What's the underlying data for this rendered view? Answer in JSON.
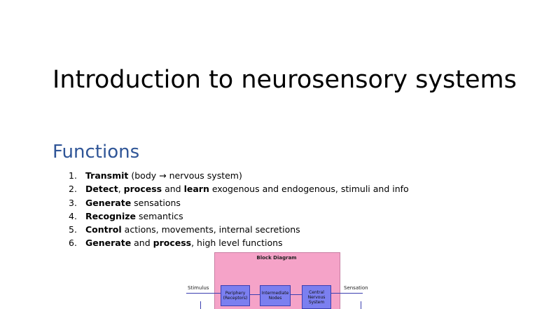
{
  "slide": {
    "title": "Introduction to neurosensory systems",
    "subtitle": "Functions",
    "items": [
      {
        "num": "1.",
        "parts": [
          {
            "t": "Transmit",
            "b": true
          },
          {
            "t": " (body → nervous system)",
            "b": false
          }
        ]
      },
      {
        "num": "2.",
        "parts": [
          {
            "t": "Detect",
            "b": true
          },
          {
            "t": ", ",
            "b": false
          },
          {
            "t": "process",
            "b": true
          },
          {
            "t": " and ",
            "b": false
          },
          {
            "t": "learn",
            "b": true
          },
          {
            "t": " exogenous and endogenous, stimuli and info",
            "b": false
          }
        ]
      },
      {
        "num": "3.",
        "parts": [
          {
            "t": "Generate",
            "b": true
          },
          {
            "t": " sensations",
            "b": false
          }
        ]
      },
      {
        "num": "4.",
        "parts": [
          {
            "t": "Recognize",
            "b": true
          },
          {
            "t": " semantics",
            "b": false
          }
        ]
      },
      {
        "num": "5.",
        "parts": [
          {
            "t": "Control",
            "b": true
          },
          {
            "t": " actions, movements, internal secretions",
            "b": false
          }
        ]
      },
      {
        "num": "6.",
        "parts": [
          {
            "t": "Generate",
            "b": true
          },
          {
            "t": " and ",
            "b": false
          },
          {
            "t": "process",
            "b": true
          },
          {
            "t": ", high level functions",
            "b": false
          }
        ]
      }
    ]
  },
  "diagram": {
    "title": "Block Diagram",
    "input_label": "Stimulus",
    "output_label": "Sensation",
    "blocks": [
      "Periphery (Receptors)",
      "Intermediate Nodes",
      "Central Nervous System"
    ]
  },
  "colors": {
    "subtitle": "#2f5597",
    "diagram_background": "#f5a3c8",
    "block_fill": "#7b7ff0"
  }
}
